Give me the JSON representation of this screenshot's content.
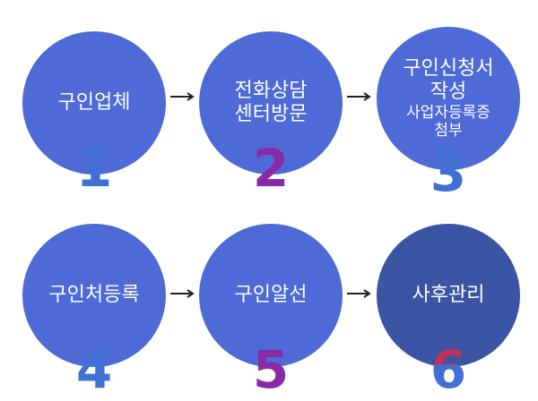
{
  "colors": {
    "circle_primary": "#4d6ad6",
    "circle_final": "#3b54a3",
    "num_blue": "#4070d4",
    "num_purple": "#8a2aa6",
    "num_red": "#c0325c"
  },
  "steps": [
    {
      "lines": [
        "구인업체"
      ],
      "sub": [],
      "number": "1"
    },
    {
      "lines": [
        "전화상담",
        "센터방문"
      ],
      "sub": [],
      "number": "2"
    },
    {
      "lines": [
        "구인신청서",
        "작성"
      ],
      "sub": [
        "사업자등록증",
        "첨부"
      ],
      "number": "3"
    },
    {
      "lines": [
        "구인처등록"
      ],
      "sub": [],
      "number": "4"
    },
    {
      "lines": [
        "구인알선"
      ],
      "sub": [],
      "number": "5"
    },
    {
      "lines": [
        "사후관리"
      ],
      "sub": [],
      "number": "6"
    }
  ]
}
